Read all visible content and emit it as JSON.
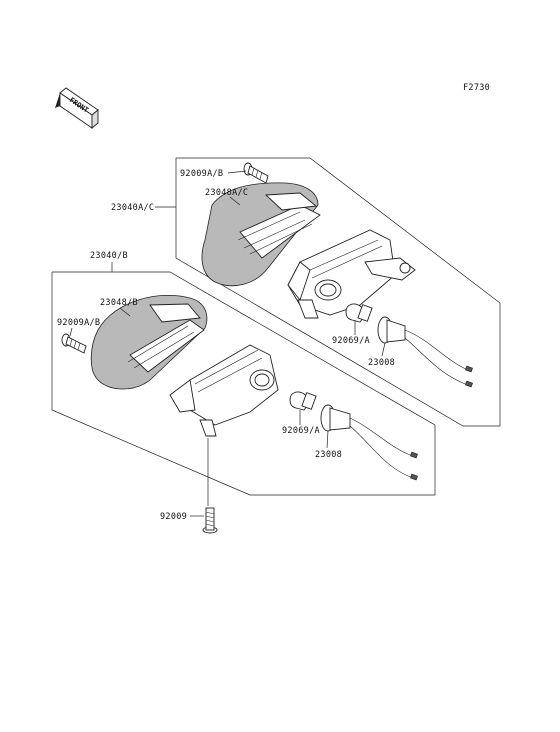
{
  "figure_code": "F2730",
  "front_marker": "FRONT",
  "labels": {
    "screw_upper": "92009A/B",
    "lens_upper": "23048A/C",
    "lamp_assy_upper": "23040A/C",
    "lamp_assy_lower": "23040/B",
    "lens_lower": "23048/B",
    "screw_lower": "92009A/B",
    "bulb_upper": "92069/A",
    "socket_upper": "23008",
    "bulb_lower": "92069/A",
    "socket_lower": "23008",
    "screw_bottom": "92009"
  }
}
